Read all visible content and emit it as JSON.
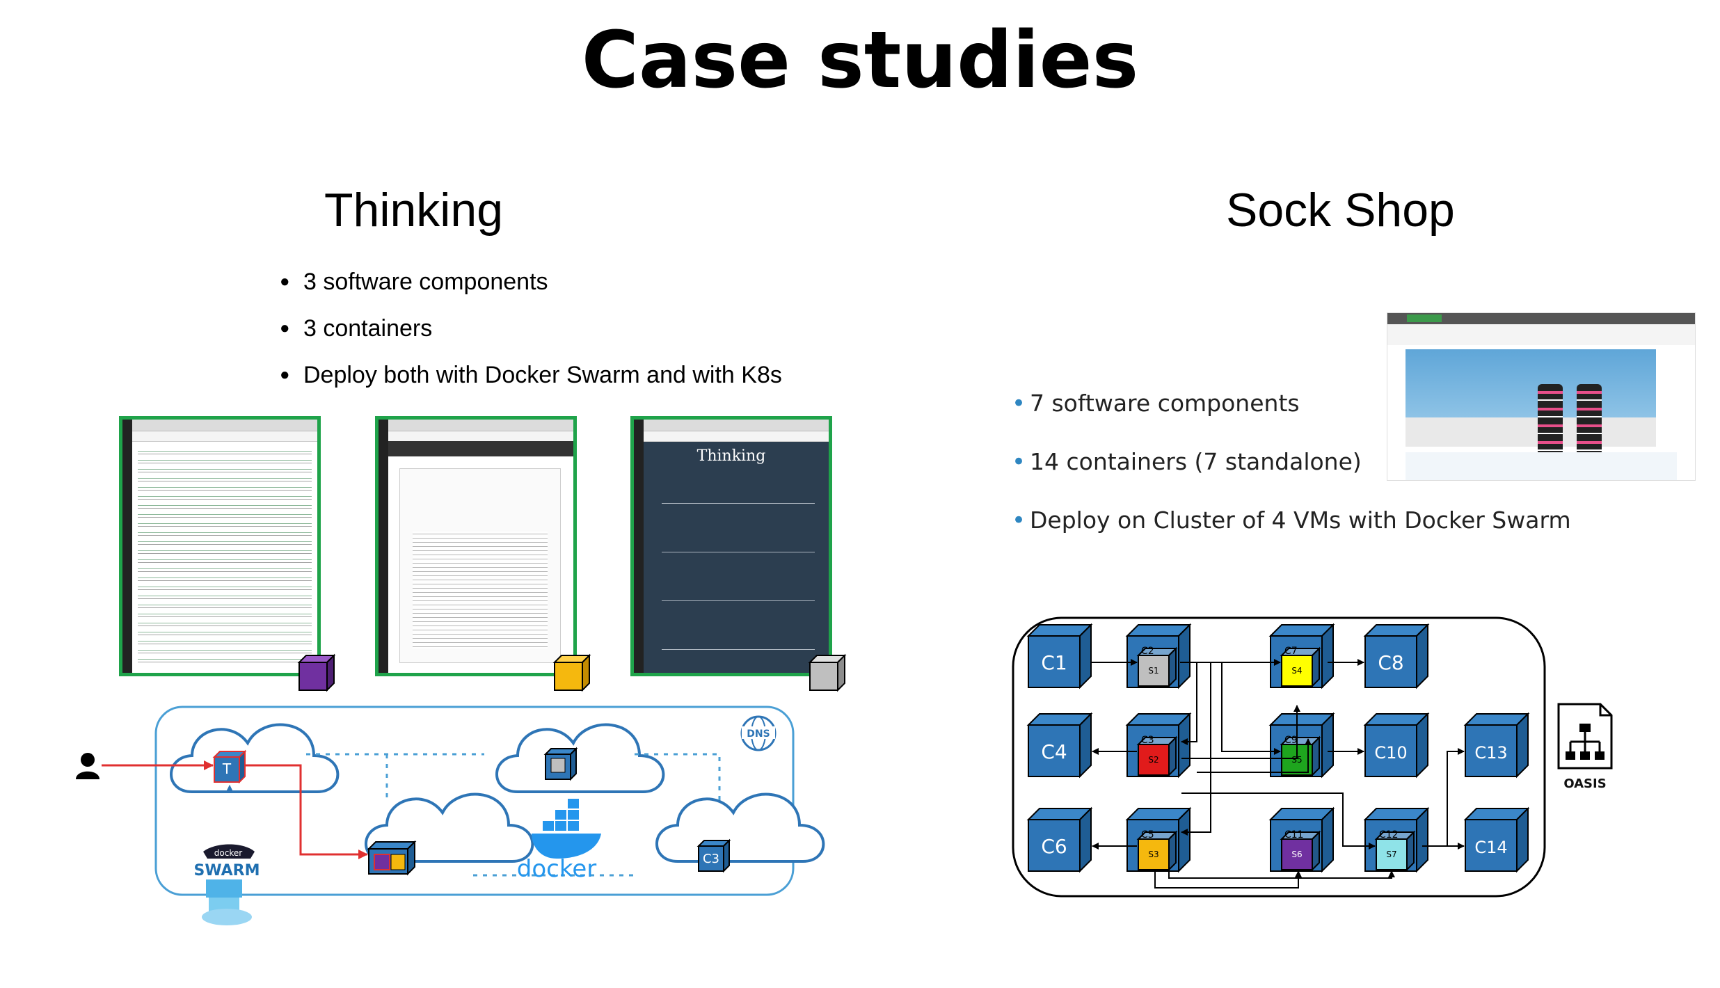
{
  "title": "Case studies",
  "thinking": {
    "title": "Thinking",
    "bullets": [
      "3 software components",
      "3 containers",
      "Deploy both with Docker Swarm and with K8s"
    ],
    "screenshot3_title": "Thinking",
    "nodes": {
      "front": "T",
      "third": "C3"
    },
    "dns_label": "DNS",
    "docker_label": "docker",
    "swarm_label": "SWARM",
    "swarm_top_label": "docker"
  },
  "sockshop": {
    "title": "Sock Shop",
    "bullets": [
      "7 software components",
      "14 containers (7 standalone)",
      "Deploy on Cluster of 4 VMs with Docker Swarm"
    ],
    "containers": [
      "C1",
      "C4",
      "C6",
      "C8",
      "C10",
      "C13",
      "C14"
    ],
    "services": [
      "S1",
      "S2",
      "S3",
      "S4",
      "S5",
      "S6",
      "S7"
    ],
    "service_containers": [
      "C2",
      "C3",
      "C5",
      "C7",
      "C9",
      "C11",
      "C12"
    ],
    "oasis_label": "OASIS"
  },
  "colors": {
    "cube_blue": "#2e75b6",
    "green_border": "#1fa34a",
    "arrow_red": "#e03030",
    "s1": "#bfbfbf",
    "s2": "#e11b1b",
    "s3": "#f5b80e",
    "s4": "#ffff00",
    "s5": "#1ea51e",
    "s6": "#7030a0",
    "s7": "#8fe3e8"
  }
}
